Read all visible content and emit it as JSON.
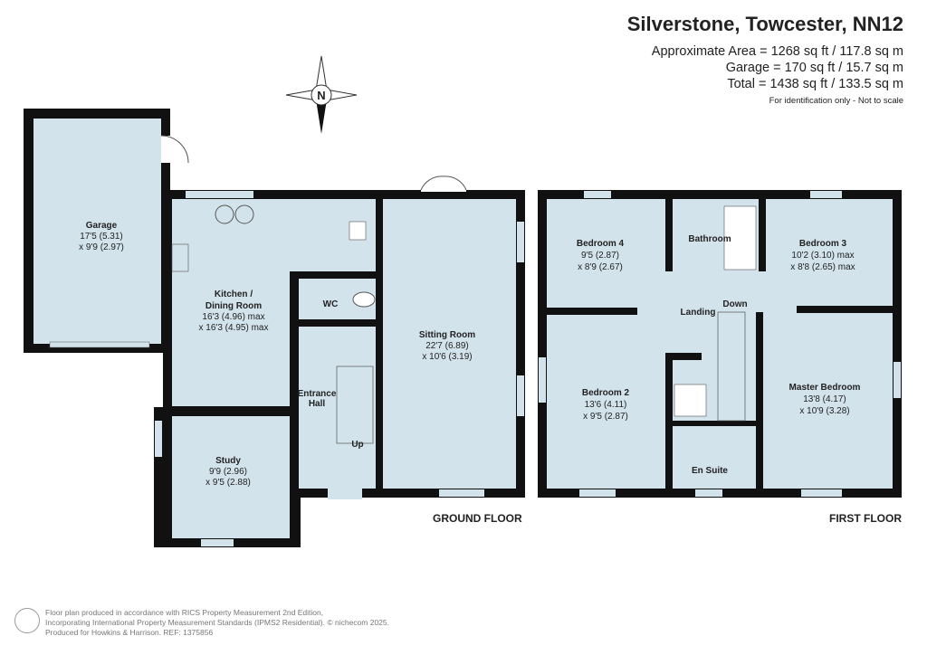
{
  "header": {
    "title": "Silverstone, Towcester, NN12",
    "areas": [
      "Approximate Area = 1268 sq ft / 117.8 sq m",
      "Garage = 170 sq ft / 15.7 sq m",
      "Total = 1438 sq ft / 133.5 sq m"
    ],
    "note": "For identification only - Not to scale"
  },
  "compass": {
    "label": "N"
  },
  "colors": {
    "room_fill": "#d3e3ec",
    "wall": "#111111"
  },
  "ground_floor": {
    "label": "GROUND FLOOR",
    "rooms": [
      {
        "name": "Garage",
        "dims": [
          "17'5 (5.31)",
          "x 9'9 (2.97)"
        ]
      },
      {
        "name": "Kitchen /",
        "name2": "Dining Room",
        "dims": [
          "16'3 (4.96) max",
          "x 16'3 (4.95) max"
        ]
      },
      {
        "name": "WC",
        "dims": []
      },
      {
        "name": "Sitting Room",
        "dims": [
          "22'7 (6.89)",
          "x 10'6 (3.19)"
        ]
      },
      {
        "name": "Entrance",
        "name2": "Hall",
        "dims": []
      },
      {
        "name": "Study",
        "dims": [
          "9'9 (2.96)",
          "x 9'5 (2.88)"
        ]
      }
    ],
    "stairs": "Up"
  },
  "first_floor": {
    "label": "FIRST FLOOR",
    "rooms": [
      {
        "name": "Bedroom 4",
        "dims": [
          "9'5 (2.87)",
          "x 8'9 (2.67)"
        ]
      },
      {
        "name": "Bathroom",
        "dims": []
      },
      {
        "name": "Bedroom 3",
        "dims": [
          "10'2 (3.10) max",
          "x 8'8 (2.65) max"
        ]
      },
      {
        "name": "Landing",
        "dims": []
      },
      {
        "name": "Bedroom 2",
        "dims": [
          "13'6 (4.11)",
          "x 9'5 (2.87)"
        ]
      },
      {
        "name": "Master Bedroom",
        "dims": [
          "13'8 (4.17)",
          "x 10'9 (3.28)"
        ]
      },
      {
        "name": "En Suite",
        "dims": []
      }
    ],
    "stairs": "Down"
  },
  "footer": {
    "lines": [
      "Floor plan produced in accordance with RICS Property Measurement 2nd Edition,",
      "Incorporating International Property Measurement Standards (IPMS2 Residential).   © nichecom 2025.",
      "Produced for Howkins & Harrison.   REF: 1375856"
    ]
  }
}
